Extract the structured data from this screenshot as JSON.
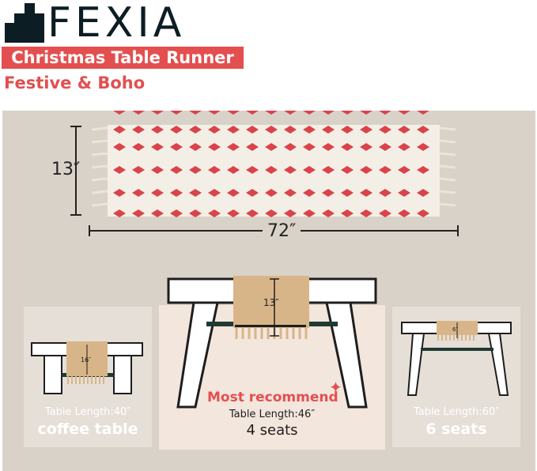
{
  "brand": {
    "name": "FEXIA",
    "product_tag": "Christmas Table Runner",
    "subtitle": "Festive & Boho"
  },
  "colors": {
    "accent_red": "#e34f4f",
    "panel_bg": "#d9d2c8",
    "runner_beige": "#d8b588",
    "dark_line": "#1f3a33"
  },
  "runner": {
    "width_label": "13″",
    "length_label": "72″"
  },
  "tables": [
    {
      "id": "coffee",
      "runner_label": "16″",
      "length_text": "Table Length:40″",
      "type_text": "coffee table"
    },
    {
      "id": "four-seat",
      "badge": "Most recommend",
      "runner_label": "13″",
      "length_text": "Table Length:46″",
      "type_text": "4 seats"
    },
    {
      "id": "six-seat",
      "runner_label": "6″",
      "length_text": "Table Length:60″",
      "type_text": "6 seats"
    }
  ]
}
